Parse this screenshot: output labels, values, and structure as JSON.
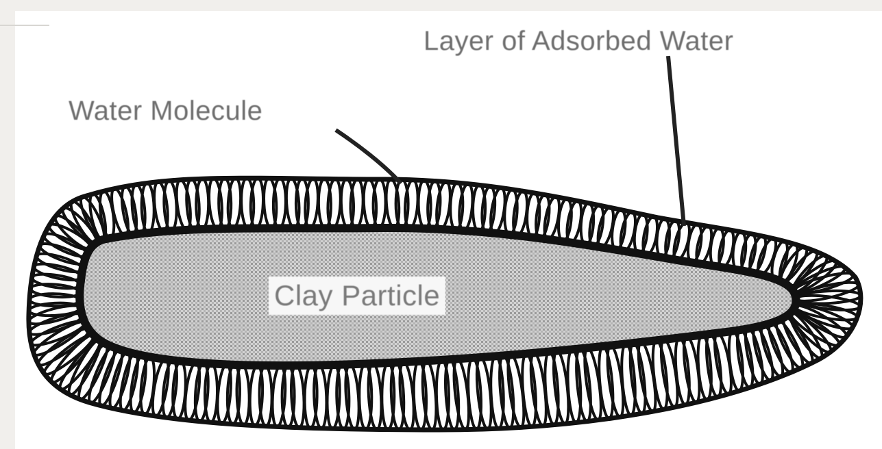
{
  "diagram": {
    "labels": {
      "water_molecule": "Water Molecule",
      "adsorbed_layer": "Layer of Adsorbed Water",
      "clay_particle": "Clay Particle"
    },
    "colors": {
      "ink": "#111111",
      "label_text": "#6e6e6e",
      "particle_fill": "#c9c9c9",
      "background": "#f1efec"
    }
  }
}
